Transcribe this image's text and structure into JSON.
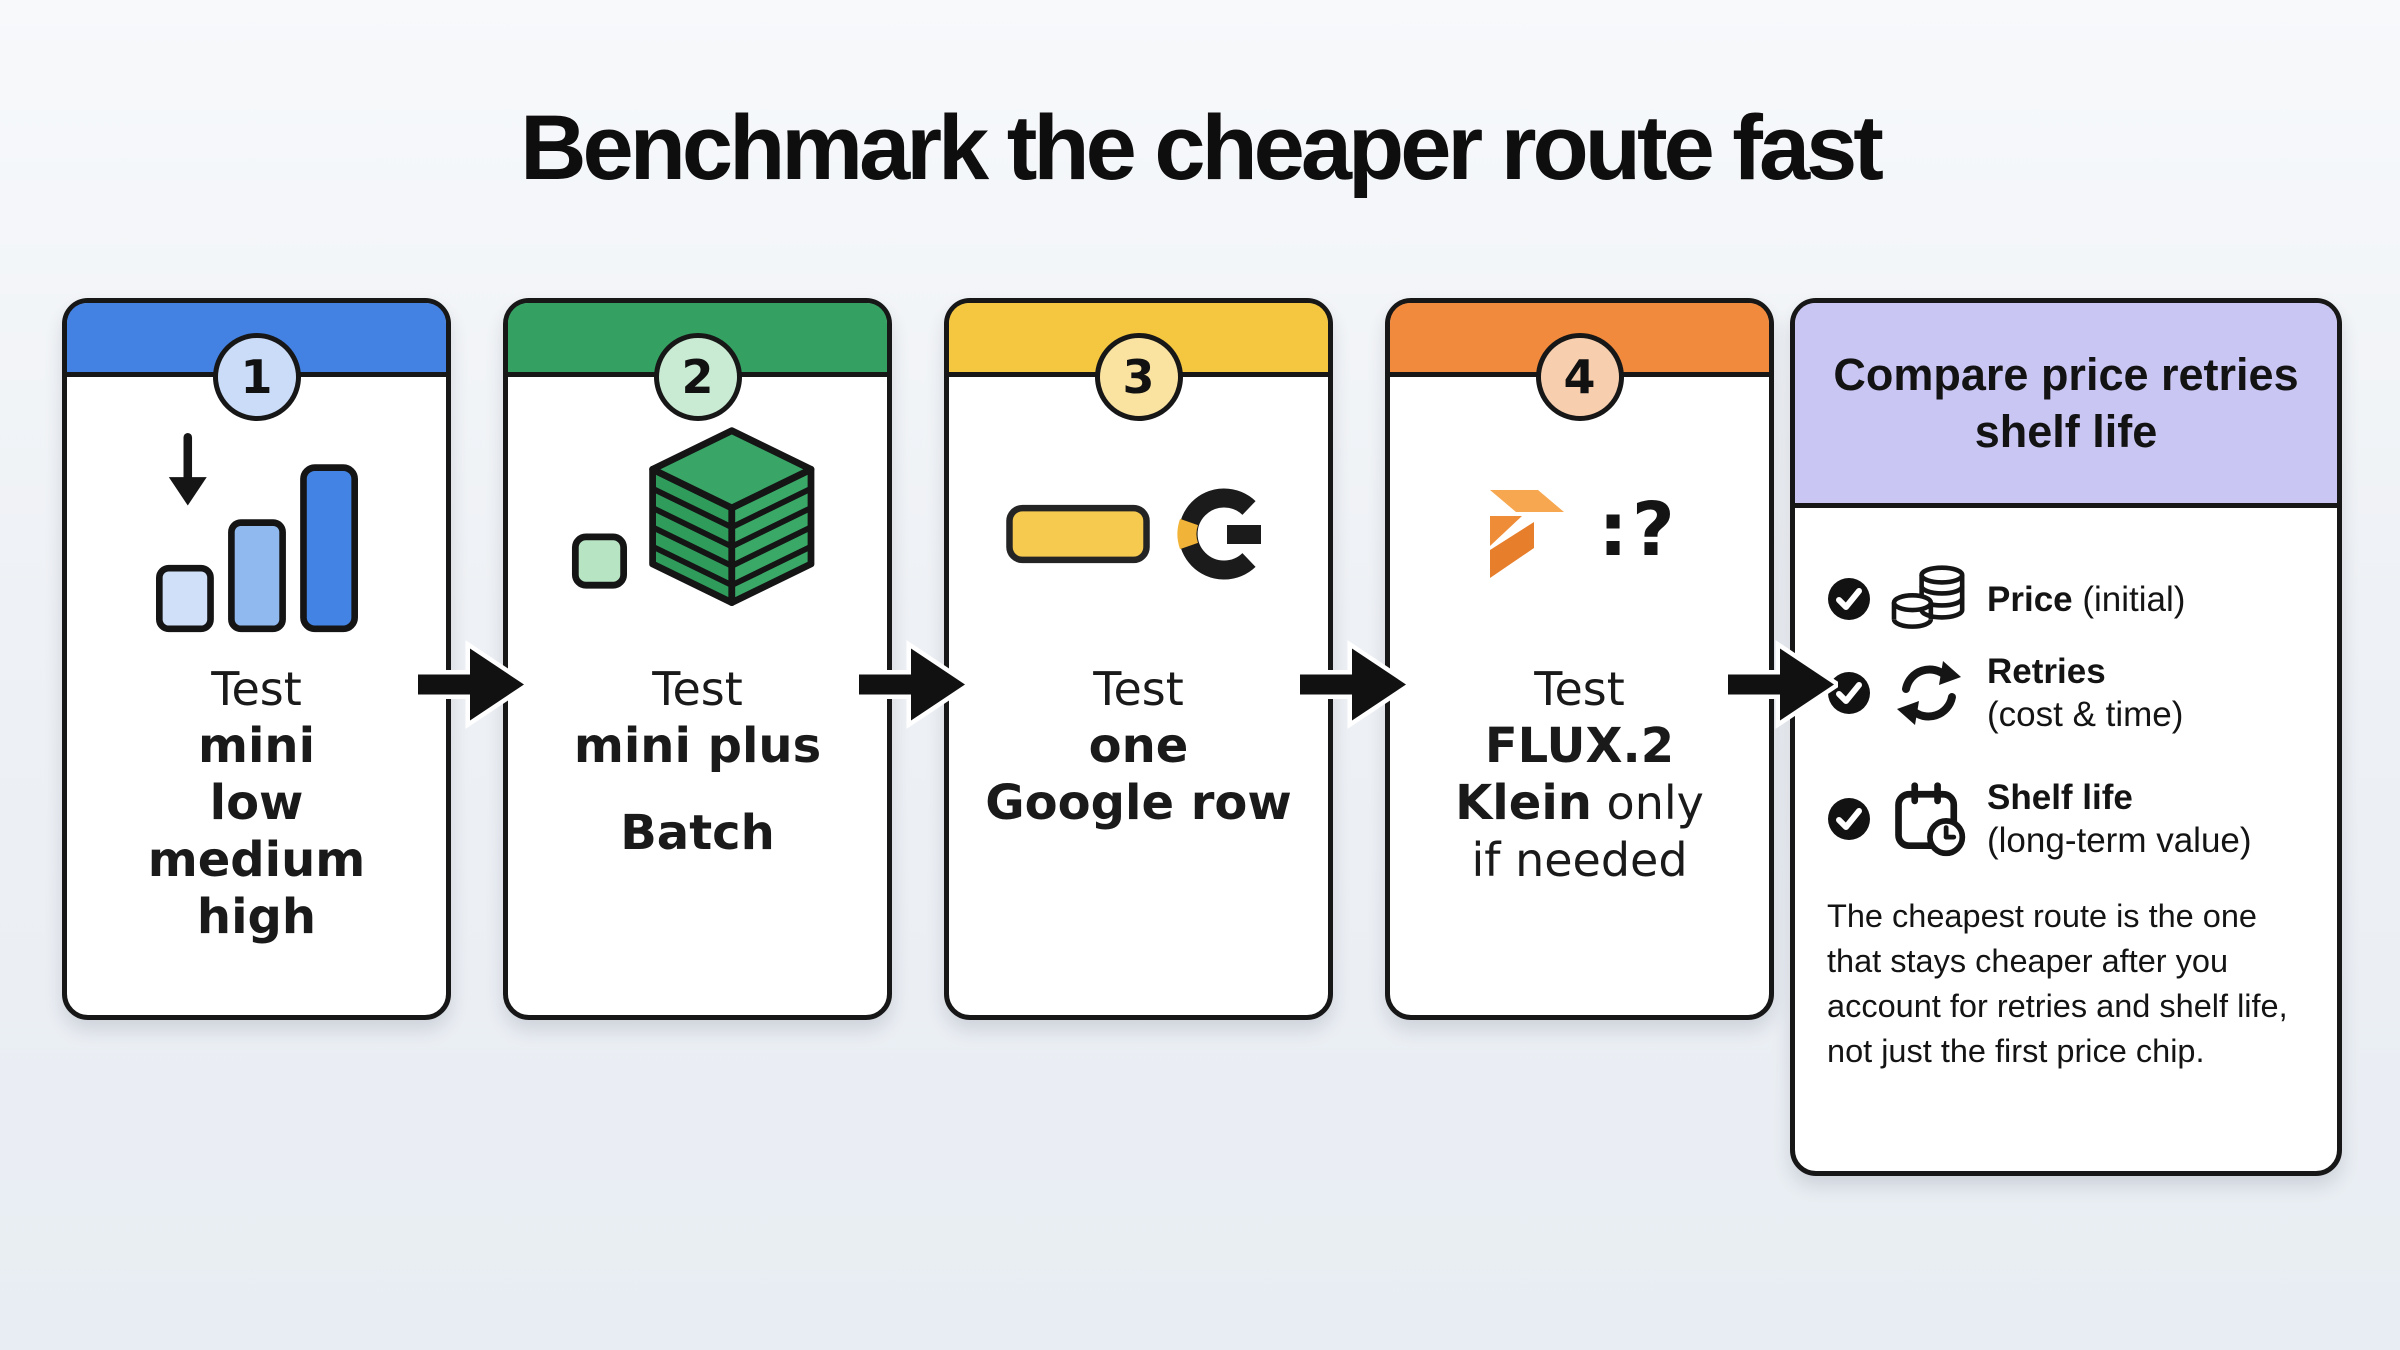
{
  "title": "Benchmark the cheaper route fast",
  "palette": {
    "background": "#eef1f5",
    "card_border": "#171717",
    "step1_blue": "#4382e2",
    "step2_green": "#34a163",
    "step3_yellow": "#f5c640",
    "step4_orange": "#f28a3d",
    "summary_lavender": "#c9c6f3",
    "bar_light_blue": "#cfe0f8",
    "bar_mid_blue": "#8fb9ef",
    "bar_dark_blue": "#4383e4",
    "cube_green": "#39a567",
    "chip_yellow": "#f6c94f",
    "flux_orange": "#ef8c38"
  },
  "arrow_icon": "arrow-right-icon",
  "steps": [
    {
      "number": "1",
      "header_color": "#4382e2",
      "badge_color": "#cadcf8",
      "icon": "bar-levels-icon",
      "line1": "Test",
      "line2": "mini",
      "line3": "low",
      "line4": "medium",
      "line5": "high"
    },
    {
      "number": "2",
      "header_color": "#34a163",
      "badge_color": "#c9ead3",
      "icon": "batch-stack-icon",
      "line1": "Test",
      "line2": "mini plus",
      "line3": "Batch"
    },
    {
      "number": "3",
      "header_color": "#f5c640",
      "badge_color": "#fae2a0",
      "icon": "price-chip-google-icon",
      "line1": "Test",
      "line2": "one",
      "line3": "Google row"
    },
    {
      "number": "4",
      "header_color": "#f28a3d",
      "badge_color": "#f8cfae",
      "icon": "flux-question-icon",
      "icon_text": ":?",
      "line1": "Test",
      "line2": "FLUX.2",
      "line3_bold": "Klein",
      "line3_rest": " only",
      "line4": "if needed"
    }
  ],
  "summary": {
    "header_color": "#c9c6f3",
    "title": "Compare price retries shelf life",
    "check_icon": "check-circle-icon",
    "items": [
      {
        "icon": "coins-icon",
        "label": "Price",
        "detail": " (initial)"
      },
      {
        "icon": "refresh-icon",
        "label": "Retries",
        "detail": "(cost & time)"
      },
      {
        "icon": "calendar-clock-icon",
        "label": "Shelf life",
        "detail": "(long-term value)"
      }
    ],
    "note": "The cheapest route is the one that stays cheaper after you account for retries and shelf life, not just the first price chip."
  }
}
